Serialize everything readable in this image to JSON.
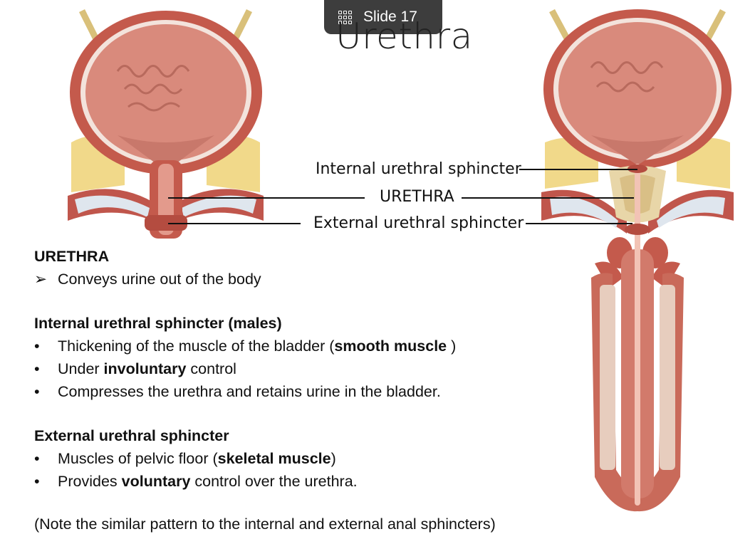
{
  "badge": {
    "icon": "grid-icon",
    "label": "Slide 17"
  },
  "title": "Urethra",
  "diagram_labels": {
    "internal": "Internal urethral sphincter",
    "urethra": "URETHRA",
    "external": "External urethral sphincter"
  },
  "sections": [
    {
      "heading": "URETHRA",
      "bullet_style": "arrow",
      "items": [
        {
          "parts": [
            "Conveys urine out of the body"
          ]
        }
      ]
    },
    {
      "heading": "Internal urethral sphincter (males)",
      "bullet_style": "dot",
      "items": [
        {
          "pre": "Thickening of the muscle of the bladder (",
          "bold": "smooth muscle",
          "post": " )"
        },
        {
          "pre": "Under ",
          "bold": "involuntary",
          "post": " control"
        },
        {
          "pre": "Compresses the urethra and retains urine in the bladder.",
          "bold": "",
          "post": ""
        }
      ]
    },
    {
      "heading": "External urethral sphincter",
      "bullet_style": "dot",
      "items": [
        {
          "pre": "Muscles of pelvic floor (",
          "bold": "skeletal muscle",
          "post": ")"
        },
        {
          "pre": "Provides ",
          "bold": "voluntary",
          "post": " control over the urethra."
        }
      ]
    }
  ],
  "note": "(Note the similar pattern to the internal and external anal sphincters)",
  "colors": {
    "muscle": "#c96a5a",
    "bladder_inner": "#d98a7c",
    "fat": "#f1d98a",
    "badge_bg": "#3d3d3d"
  }
}
